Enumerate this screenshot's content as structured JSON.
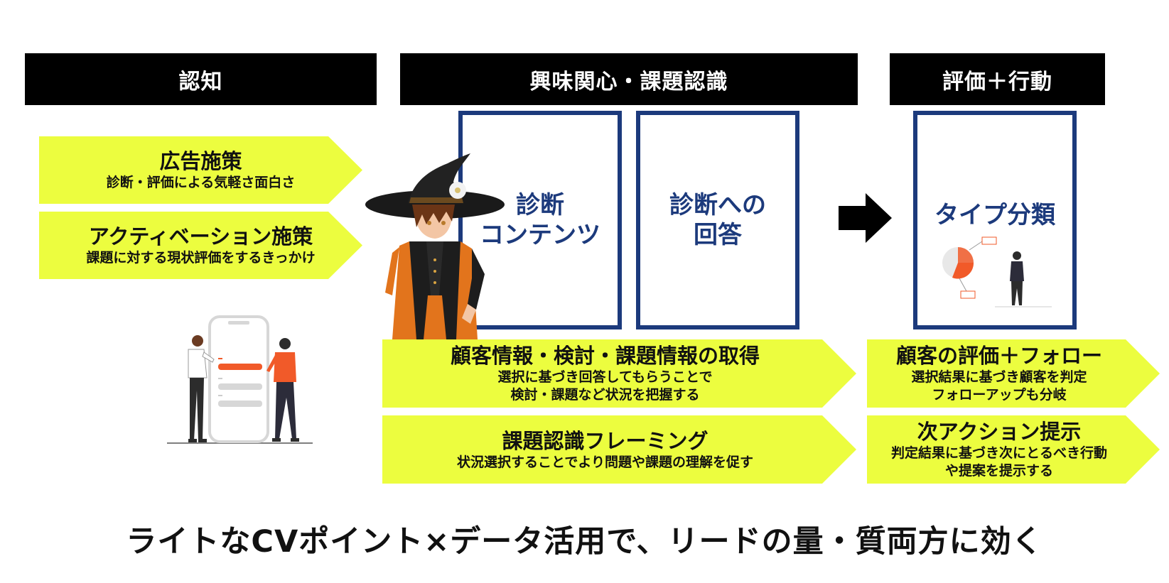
{
  "headers": [
    {
      "label": "認知"
    },
    {
      "label": "興味関心・課題認識"
    },
    {
      "label": "評価＋行動"
    }
  ],
  "awareness": [
    {
      "title": "広告施策",
      "subtitle": "診断・評価による気軽さ面白さ"
    },
    {
      "title": "アクティベーション施策",
      "subtitle": "課題に対する現状評価をするきっかけ"
    }
  ],
  "boxes": [
    {
      "label": "診断\nコンテンツ"
    },
    {
      "label": "診断への\n回答"
    },
    {
      "label": "タイプ分類"
    }
  ],
  "interest": [
    {
      "title": "顧客情報・検討・課題情報の取得",
      "lines": [
        "選択に基づき回答してもらうことで",
        "検討・課題など状況を把握する"
      ]
    },
    {
      "title": "課題認識フレーミング",
      "lines": [
        "状況選択することでより問題や課題の理解を促す"
      ]
    }
  ],
  "evaluation": [
    {
      "title": "顧客の評価＋フォロー",
      "lines": [
        "選択結果に基づき顧客を判定",
        "フォローアップも分岐"
      ]
    },
    {
      "title": "次アクション提示",
      "lines": [
        "判定結果に基づき次にとるべき行動",
        "や提案を提示する"
      ]
    }
  ],
  "footer": {
    "text": "ライトなCVポイント×データ活用で、リードの量・質両方に効く"
  },
  "colors": {
    "header_bg": "#000000",
    "chevron": "#ecfd3f",
    "box_border": "#1c3a7c",
    "accent": "#f15a29"
  }
}
